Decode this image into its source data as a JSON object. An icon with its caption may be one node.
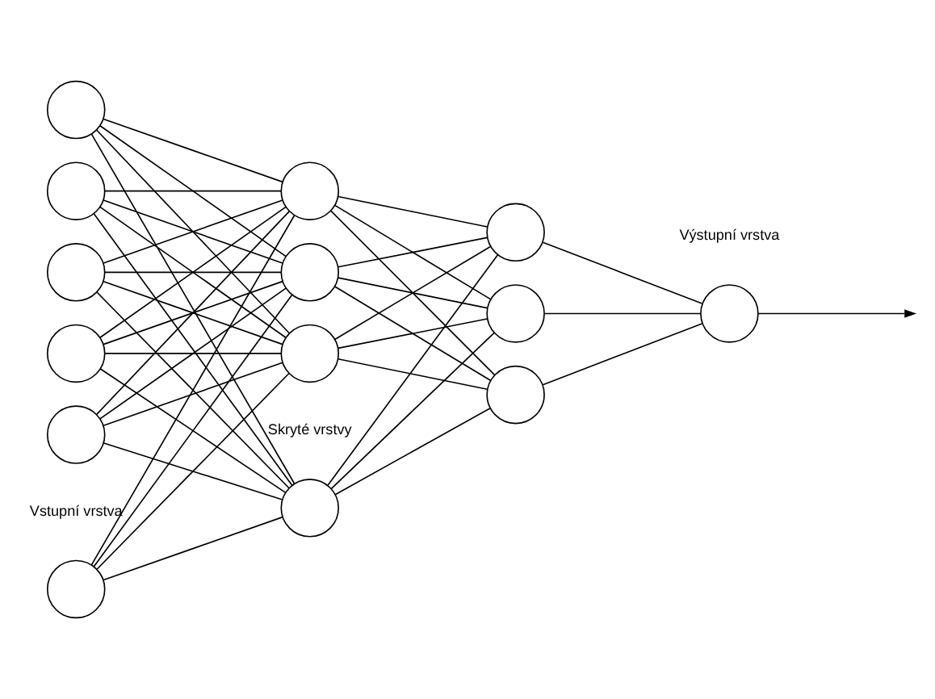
{
  "diagram": {
    "nodes": [
      {
        "text": [],
        "shape": "circle"
      },
      {
        "text": [],
        "shape": "circle"
      },
      {
        "text": [],
        "shape": "circle"
      },
      {
        "text": [],
        "shape": "circle"
      },
      {
        "text": [],
        "shape": "circle"
      },
      {
        "text": [],
        "shape": "circle"
      },
      {
        "text": [],
        "shape": "circle"
      },
      {
        "text": [],
        "shape": "circle"
      },
      {
        "text": [],
        "shape": "circle"
      },
      {
        "text": [],
        "shape": "circle"
      },
      {
        "text": [],
        "shape": "circle"
      },
      {
        "text": [],
        "shape": "circle"
      },
      {
        "text": [],
        "shape": "circle"
      },
      {
        "text": [],
        "shape": "circle"
      }
    ],
    "edges": [
      {
        "from": 0,
        "to": 6,
        "arrow": "none"
      },
      {
        "from": 0,
        "to": 7,
        "arrow": "none"
      },
      {
        "from": 0,
        "to": 8,
        "arrow": "none"
      },
      {
        "from": 0,
        "to": 9,
        "arrow": "none"
      },
      {
        "from": 1,
        "to": 6,
        "arrow": "none"
      },
      {
        "from": 1,
        "to": 7,
        "arrow": "none"
      },
      {
        "from": 1,
        "to": 8,
        "arrow": "none"
      },
      {
        "from": 1,
        "to": 9,
        "arrow": "none"
      },
      {
        "from": 2,
        "to": 6,
        "arrow": "none"
      },
      {
        "from": 2,
        "to": 7,
        "arrow": "none"
      },
      {
        "from": 2,
        "to": 8,
        "arrow": "none"
      },
      {
        "from": 2,
        "to": 9,
        "arrow": "none"
      },
      {
        "from": 3,
        "to": 6,
        "arrow": "none"
      },
      {
        "from": 3,
        "to": 7,
        "arrow": "none"
      },
      {
        "from": 3,
        "to": 8,
        "arrow": "none"
      },
      {
        "from": 3,
        "to": 9,
        "arrow": "none"
      },
      {
        "from": 4,
        "to": 6,
        "arrow": "none"
      },
      {
        "from": 4,
        "to": 7,
        "arrow": "none"
      },
      {
        "from": 4,
        "to": 8,
        "arrow": "none"
      },
      {
        "from": 4,
        "to": 9,
        "arrow": "none"
      },
      {
        "from": 5,
        "to": 6,
        "arrow": "none"
      },
      {
        "from": 5,
        "to": 7,
        "arrow": "none"
      },
      {
        "from": 5,
        "to": 8,
        "arrow": "none"
      },
      {
        "from": 5,
        "to": 9,
        "arrow": "none"
      },
      {
        "from": 6,
        "to": 10,
        "arrow": "none"
      },
      {
        "from": 6,
        "to": 11,
        "arrow": "none"
      },
      {
        "from": 6,
        "to": 12,
        "arrow": "none"
      },
      {
        "from": 7,
        "to": 10,
        "arrow": "none"
      },
      {
        "from": 7,
        "to": 11,
        "arrow": "none"
      },
      {
        "from": 7,
        "to": 12,
        "arrow": "none"
      },
      {
        "from": 8,
        "to": 10,
        "arrow": "none"
      },
      {
        "from": 8,
        "to": 11,
        "arrow": "none"
      },
      {
        "from": 8,
        "to": 12,
        "arrow": "none"
      },
      {
        "from": 9,
        "to": 10,
        "arrow": "none"
      },
      {
        "from": 9,
        "to": 11,
        "arrow": "none"
      },
      {
        "from": 9,
        "to": 12,
        "arrow": "none"
      },
      {
        "from": 10,
        "to": 13,
        "arrow": "none"
      },
      {
        "from": 11,
        "to": 13,
        "arrow": "none"
      },
      {
        "from": 12,
        "to": 13,
        "arrow": "none"
      },
      {
        "from": 13,
        "to": null,
        "arrow": "to"
      }
    ],
    "labels": [
      "Vstupní vrstva",
      "Skryté vrstvy",
      "Výstupní vrstva"
    ]
  }
}
